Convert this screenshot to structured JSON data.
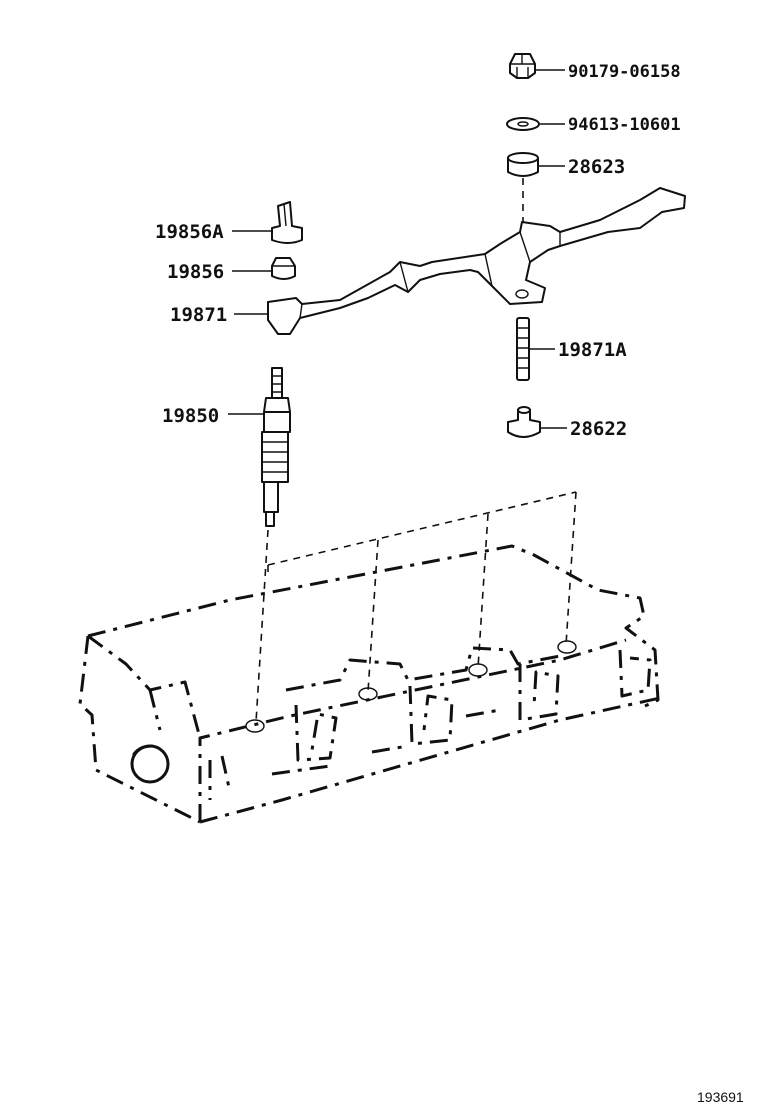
{
  "parts": {
    "nut_top": "90179-06158",
    "washer": "94613-10601",
    "insulator_upper": "28623",
    "terminal_a": "19856A",
    "terminal_nut": "19856",
    "connector": "19871",
    "stud": "19871A",
    "insulator_lower": "28622",
    "glow_plug": "19850"
  },
  "diagram_ref": "193691"
}
